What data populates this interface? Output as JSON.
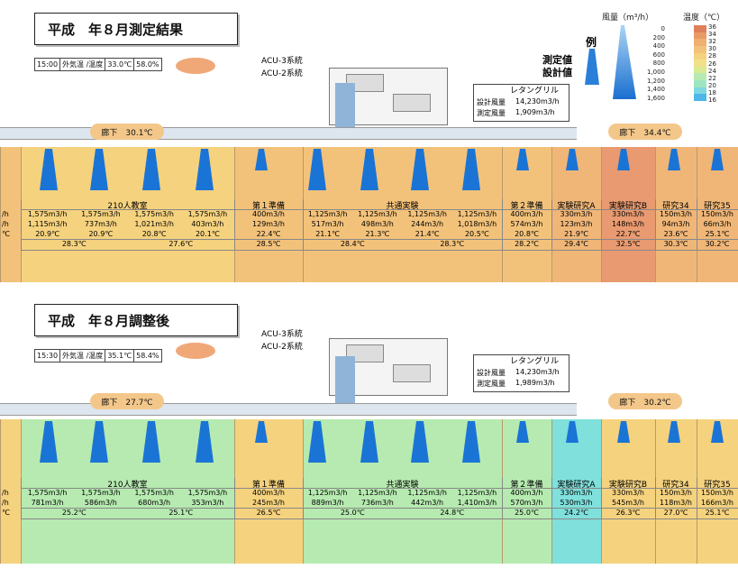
{
  "legend": {
    "airflow_title": "風量（m³/h）",
    "temp_title": "温度（℃）",
    "example_label": "例",
    "measured_label": "測定値",
    "design_label": "設計値",
    "airflow_ticks": [
      "0",
      "200",
      "400",
      "600",
      "800",
      "1,000",
      "1,200",
      "1,400",
      "1,600"
    ],
    "temp_ticks": [
      "36",
      "34",
      "32",
      "30",
      "28",
      "26",
      "24",
      "22",
      "20",
      "18",
      "16"
    ],
    "temp_colors": [
      "#e0805a",
      "#e99a66",
      "#efb070",
      "#f3c27a",
      "#f5d27e",
      "#f2e08a",
      "#d8ea92",
      "#b6eab0",
      "#9ee6c2",
      "#7fd8e0",
      "#4db8e8"
    ]
  },
  "panels": [
    {
      "title": "平成　年８月測定結果",
      "weather": [
        "15:00",
        "外気温 /温度",
        "33.0℃",
        "58.0%"
      ],
      "acu3": "ACU-3系統",
      "acu2": "ACU-2系統",
      "grille_title": "レタングリル",
      "design_airflow_label": "設計風量",
      "design_airflow": "14,230m3/h",
      "measured_airflow_label": "測定風量",
      "measured_airflow": "1,909m3/h",
      "corridor_left": "廊下　30.1℃",
      "corridor_right": "廊下　34.4℃",
      "rooms": [
        {
          "name": "",
          "c1": "/h",
          "c2": "/h",
          "c3": "℃",
          "c4": "",
          "color": "#f3c27a"
        },
        {
          "name": "210人教室",
          "cols": [
            [
              "1,575m3/h",
              "1,115m3/h",
              "20.9℃"
            ],
            [
              "1,575m3/h",
              "737m3/h",
              "20.9℃"
            ],
            [
              "1,575m3/h",
              "1,021m3/h",
              "20.8℃"
            ],
            [
              "1,575m3/h",
              "403m3/h",
              "20.1℃"
            ]
          ],
          "avg": [
            "28.3℃",
            "27.6℃"
          ],
          "color": "#f5d27e"
        },
        {
          "name": "第１準備",
          "cols": [
            [
              "400m3/h",
              "129m3/h",
              "22.4℃"
            ]
          ],
          "avg": [
            "28.5℃"
          ],
          "color": "#f3c27a"
        },
        {
          "name": "共通実験",
          "cols": [
            [
              "1,125m3/h",
              "517m3/h",
              "21.1℃"
            ],
            [
              "1,125m3/h",
              "498m3/h",
              "21.3℃"
            ],
            [
              "1,125m3/h",
              "244m3/h",
              "21.4℃"
            ],
            [
              "1,125m3/h",
              "1,018m3/h",
              "20.5℃"
            ]
          ],
          "avg": [
            "28.4℃",
            "28.3℃"
          ],
          "color": "#f3c27a"
        },
        {
          "name": "第２準備",
          "cols": [
            [
              "400m3/h",
              "574m3/h",
              "20.8℃"
            ]
          ],
          "avg": [
            "28.2℃"
          ],
          "color": "#f3c27a"
        },
        {
          "name": "実験研究A",
          "cols": [
            [
              "330m3/h",
              "123m3/h",
              "21.9℃"
            ]
          ],
          "avg": [
            "29.4℃"
          ],
          "color": "#f0b677"
        },
        {
          "name": "実験研究B",
          "cols": [
            [
              "330m3/h",
              "148m3/h",
              "22.7℃"
            ]
          ],
          "avg": [
            "32.5℃"
          ],
          "color": "#e99a70"
        },
        {
          "name": "研究34",
          "cols": [
            [
              "150m3/h",
              "94m3/h",
              "23.6℃"
            ]
          ],
          "avg": [
            "30.3℃"
          ],
          "color": "#f0b677"
        },
        {
          "name": "研究35",
          "cols": [
            [
              "150m3/h",
              "66m3/h",
              "25.1℃"
            ]
          ],
          "avg": [
            "30.2℃"
          ],
          "color": "#f0b677"
        }
      ]
    },
    {
      "title": "平成　年８月調整後",
      "weather": [
        "15:30",
        "外気温 /温度",
        "35.1℃",
        "58.4%"
      ],
      "acu3": "ACU-3系統",
      "acu2": "ACU-2系統",
      "grille_title": "レタングリル",
      "design_airflow_label": "設計風量",
      "design_airflow": "14,230m3/h",
      "measured_airflow_label": "測定風量",
      "measured_airflow": "1,989m3/h",
      "corridor_left": "廊下　27.7℃",
      "corridor_right": "廊下　30.2℃",
      "rooms": [
        {
          "name": "",
          "c1": "/h",
          "c2": "/h",
          "c3": "℃",
          "c4": "",
          "color": "#f5d27e"
        },
        {
          "name": "210人教室",
          "cols": [
            [
              "1,575m3/h",
              "781m3/h"
            ],
            [
              "1,575m3/h",
              "586m3/h"
            ],
            [
              "1,575m3/h",
              "680m3/h"
            ],
            [
              "1,575m3/h",
              "353m3/h"
            ]
          ],
          "avg": [
            "25.2℃",
            "25.1℃"
          ],
          "color": "#b6eab0"
        },
        {
          "name": "第１準備",
          "cols": [
            [
              "400m3/h",
              "245m3/h"
            ]
          ],
          "avg": [
            "26.5℃"
          ],
          "color": "#f5d27e"
        },
        {
          "name": "共通実験",
          "cols": [
            [
              "1,125m3/h",
              "889m3/h"
            ],
            [
              "1,125m3/h",
              "736m3/h"
            ],
            [
              "1,125m3/h",
              "442m3/h"
            ],
            [
              "1,125m3/h",
              "1,410m3/h"
            ]
          ],
          "avg": [
            "25.0℃",
            "24.8℃"
          ],
          "color": "#b6eab0"
        },
        {
          "name": "第２準備",
          "cols": [
            [
              "400m3/h",
              "570m3/h"
            ]
          ],
          "avg": [
            "25.0℃"
          ],
          "color": "#b6eab0"
        },
        {
          "name": "実験研究A",
          "cols": [
            [
              "330m3/h",
              "530m3/h"
            ]
          ],
          "avg": [
            "24.2℃"
          ],
          "color": "#7fe0dc"
        },
        {
          "name": "実験研究B",
          "cols": [
            [
              "330m3/h",
              "545m3/h"
            ]
          ],
          "avg": [
            "26.3℃"
          ],
          "color": "#f5d27e"
        },
        {
          "name": "研究34",
          "cols": [
            [
              "150m3/h",
              "118m3/h"
            ]
          ],
          "avg": [
            "27.0℃"
          ],
          "color": "#f5d27e"
        },
        {
          "name": "研究35",
          "cols": [
            [
              "150m3/h",
              "166m3/h"
            ]
          ],
          "avg": [
            "25.1℃"
          ],
          "color": "#f5d27e"
        }
      ]
    }
  ]
}
